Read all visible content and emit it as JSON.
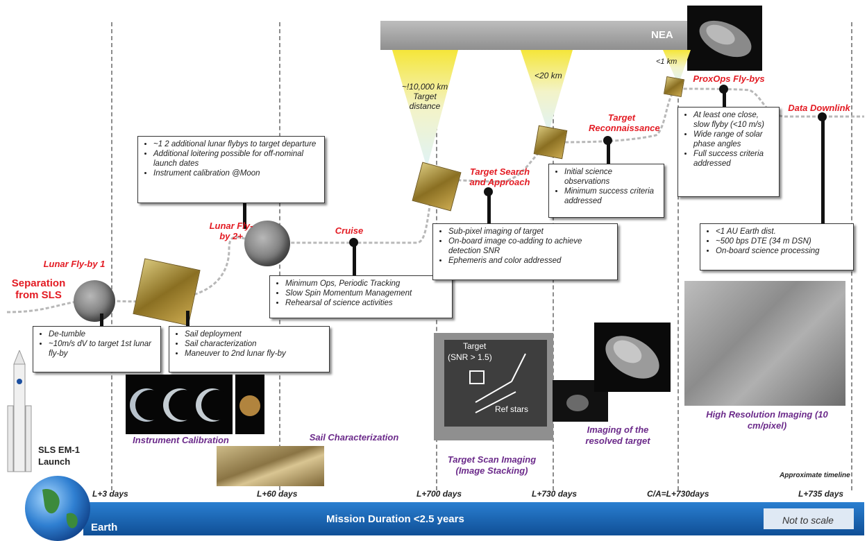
{
  "nea_label": "NEA",
  "distances": {
    "d1": "~!10,000 km",
    "d1_sub": "Target distance",
    "d2": "<20 km",
    "d3": "<1 km"
  },
  "phases": {
    "separation": "Separation from SLS",
    "lunar1": "Lunar Fly-by 1",
    "lunar2": "Lunar Fly-by 2+",
    "cruise": "Cruise",
    "search": "Target Search and Approach",
    "recon": "Target Reconnaissance",
    "proxops": "ProxOps Fly-bys",
    "downlink": "Data Downlink"
  },
  "boxes": {
    "detumble": [
      "De-tumble",
      "~10m/s dV to target 1st lunar fly-by"
    ],
    "sail": [
      "Sail deployment",
      "Sail characterization",
      "Maneuver to 2nd lunar fly-by"
    ],
    "lunar": [
      "~1 2 additional lunar flybys to target departure",
      "Additional loitering possible for off-nominal launch dates",
      "Instrument calibration @Moon"
    ],
    "cruise": [
      "Minimum Ops, Periodic Tracking",
      "Slow Spin Momentum Management",
      "Rehearsal of science activities"
    ],
    "search": [
      "Sub-pixel imaging of target",
      "On-board image co-adding to achieve detection SNR",
      "Ephemeris and color addressed"
    ],
    "recon": [
      "Initial science observations",
      "Minimum success criteria addressed"
    ],
    "proxops": [
      "At least one close, slow flyby (<10 m/s)",
      "Wide range of solar phase angles",
      "Full success criteria addressed"
    ],
    "downlink": [
      "<1 AU Earth dist.",
      "~500 bps DTE (34 m DSN)",
      "On-board science processing"
    ]
  },
  "captions": {
    "instrument": "Instrument Calibration",
    "sail_char": "Sail Characterization",
    "scan": "Target Scan Imaging (Image Stacking)",
    "resolved": "Imaging of the resolved target",
    "highres": "High Resolution Imaging (10 cm/pixel)"
  },
  "scan_image": {
    "target": "Target",
    "snr": "(SNR > 1.5)",
    "ref": "Ref stars"
  },
  "launch": "SLS EM-1 Launch",
  "timeline": {
    "ticks": [
      "L+3 days",
      "L+60 days",
      "L+700 days",
      "L+730 days",
      "C/A=L+730days",
      "L+735 days"
    ],
    "approx": "Approximate timeline",
    "earth": "Earth",
    "duration": "Mission Duration <2.5 years",
    "scale": "Not to scale"
  },
  "colors": {
    "phase_red": "#e31b23",
    "caption_purple": "#6b2a8a",
    "bar_blue": "#1565b0"
  }
}
